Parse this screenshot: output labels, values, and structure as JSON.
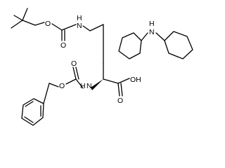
{
  "molecule": {
    "atoms": {
      "nh_boc": "N",
      "h_boc": "H",
      "o_boc_ester": "O",
      "o_boc_carbonyl": "O",
      "nh_cbz": "N",
      "h_cbz": "H",
      "o_cbz_carbonyl": "O",
      "o_cbz_ester": "O",
      "acid_oh": "OH",
      "o_acid_carbonyl": "O",
      "dicyclohexylamine_h": "H",
      "dicyclohexylamine_n": "N"
    }
  }
}
